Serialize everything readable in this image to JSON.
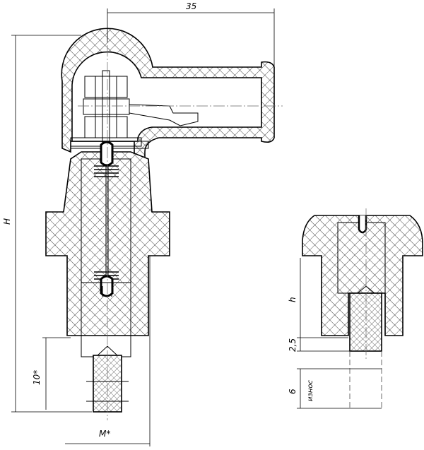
{
  "drawing": {
    "dimensions": {
      "width_35": "35",
      "height_H": "H",
      "length_10": "10*",
      "thread_M": "M*",
      "height_h": "h",
      "gap_2_5": "2,5",
      "wear_6": "6",
      "wear_label": "износ"
    }
  }
}
